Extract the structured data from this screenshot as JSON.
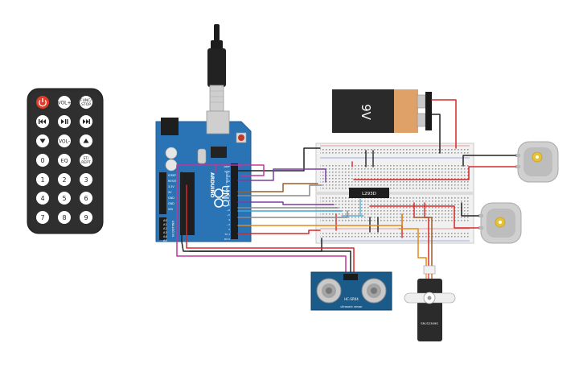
{
  "remote": {
    "row1": [
      "",
      "VOL+",
      "FUNC/\nSTOP"
    ],
    "row2": [
      "",
      "",
      ""
    ],
    "row3": [
      "",
      "VOL-",
      ""
    ],
    "row4": [
      "0",
      "EQ",
      "ST/\nREPT"
    ],
    "row5": [
      "1",
      "2",
      "3"
    ],
    "row6": [
      "4",
      "5",
      "6"
    ],
    "row7": [
      "7",
      "8",
      "9"
    ]
  },
  "arduino": {
    "brand": "ARDUINO",
    "model": "UNO",
    "digital_label": "DIGITAL (PWM ~)",
    "analog_label": "ANALOG IN",
    "power_labels": [
      "IOREF",
      "RESET",
      "3.3V",
      "5V",
      "GND",
      "GND",
      "VIN"
    ],
    "analog_pins": [
      "A0",
      "A1",
      "A2",
      "A3",
      "A4",
      "A5"
    ],
    "digital_pins": [
      "AREF",
      "GND",
      "13",
      "12",
      "~11",
      "~10",
      "~9",
      "8",
      "7",
      "~6",
      "~5",
      "4",
      "~3",
      "2",
      "TX 1",
      "RX 0"
    ]
  },
  "battery": {
    "label": "9V"
  },
  "driver": {
    "label": "L293D"
  },
  "sensor": {
    "label": "HC-SR04",
    "sub": "ultrasonic sensor"
  },
  "servo": {
    "label": "SM-S2309S"
  },
  "colors": {
    "board": "#2a74b6",
    "wire_red": "#d62828",
    "wire_black": "#222222",
    "wire_magenta": "#c0369a",
    "wire_orange": "#e38a14",
    "wire_purple": "#7b3fa0",
    "wire_gray": "#8a8a8a",
    "wire_brown": "#9b5e2a",
    "wire_cyan": "#3fa7d6"
  }
}
